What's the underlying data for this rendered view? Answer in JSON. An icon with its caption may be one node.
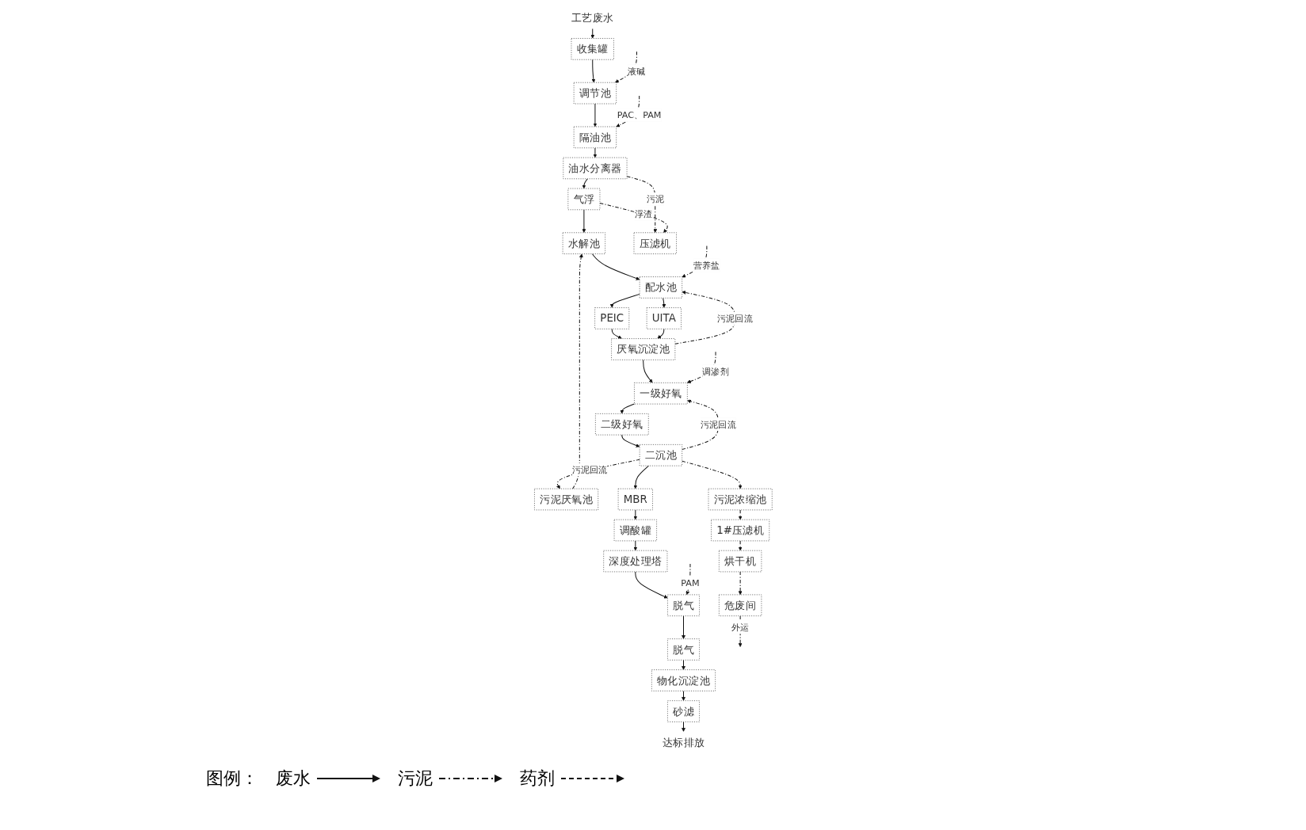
{
  "diagram": {
    "nodes": [
      {
        "text": [
          "工艺废水"
        ]
      },
      {
        "text": [
          "收集罐"
        ]
      },
      {
        "text": [
          "调节池"
        ]
      },
      {
        "text": [
          "隔油池"
        ]
      },
      {
        "text": [
          "油水分离器"
        ]
      },
      {
        "text": [
          "气浮"
        ]
      },
      {
        "text": [
          "水解池"
        ]
      },
      {
        "text": [
          "压滤机"
        ]
      },
      {
        "text": [
          "配水池"
        ]
      },
      {
        "text": [
          "PEIC"
        ]
      },
      {
        "text": [
          "UITA"
        ]
      },
      {
        "text": [
          "厌氧沉淀池"
        ]
      },
      {
        "text": [
          "一级好氧"
        ]
      },
      {
        "text": [
          "二级好氧"
        ]
      },
      {
        "text": [
          "污泥厌氧池"
        ]
      },
      {
        "text": [
          "污泥浓缩池"
        ]
      },
      {
        "text": [
          "1#压滤机"
        ]
      },
      {
        "text": [
          "烘干机"
        ]
      },
      {
        "text": [
          "危废间"
        ]
      },
      {
        "text": [
          "二沉池"
        ]
      },
      {
        "text": [
          "MBR"
        ]
      },
      {
        "text": [
          "调酸罐"
        ]
      },
      {
        "text": [
          "深度处理塔"
        ]
      },
      {
        "text": [
          "脱气"
        ]
      },
      {
        "text": [
          "脱气"
        ]
      },
      {
        "text": [
          "物化沉淀池"
        ]
      },
      {
        "text": [
          "砂滤"
        ]
      },
      {
        "text": [
          "达标排放"
        ]
      }
    ],
    "edges": [
      {
        "from": 0,
        "to": 1,
        "arrow": "to"
      },
      {
        "from": 1,
        "to": 2,
        "arrow": "to"
      },
      {
        "from": 2,
        "to": 3,
        "arrow": "to"
      },
      {
        "from": 3,
        "to": 4,
        "arrow": "to"
      },
      {
        "from": 4,
        "to": 5,
        "arrow": "to"
      },
      {
        "from": 5,
        "to": 6,
        "arrow": "to"
      },
      {
        "from": null,
        "to": 2,
        "arrow": "to",
        "label": "液碱",
        "style": "dashed"
      },
      {
        "from": null,
        "to": 3,
        "arrow": "to",
        "label": "PAC、PAM",
        "style": "dashed"
      },
      {
        "from": 4,
        "to": 7,
        "arrow": "to",
        "label": "污泥",
        "style": "dashed"
      },
      {
        "from": 5,
        "to": 7,
        "arrow": "to",
        "label": "浮渣",
        "style": "dashed"
      },
      {
        "from": 6,
        "to": 8,
        "arrow": "to"
      },
      {
        "from": 8,
        "to": 9,
        "arrow": "to"
      },
      {
        "from": 8,
        "to": 10,
        "arrow": "to"
      },
      {
        "from": 9,
        "to": 11,
        "arrow": "to"
      },
      {
        "from": 10,
        "to": 11,
        "arrow": "to"
      },
      {
        "from": null,
        "to": 8,
        "arrow": "to",
        "label": "营养盐",
        "style": "dashed"
      },
      {
        "from": 11,
        "to": 8,
        "arrow": "to",
        "label": "污泥回流",
        "style": "dashed"
      },
      {
        "from": 11,
        "to": 12,
        "arrow": "to"
      },
      {
        "from": 12,
        "to": 13,
        "arrow": "to"
      },
      {
        "from": null,
        "to": 12,
        "arrow": "to",
        "label": "调渗剂",
        "style": "dashed"
      },
      {
        "from": 13,
        "to": 19,
        "arrow": "to"
      },
      {
        "from": 19,
        "to": 12,
        "arrow": "to",
        "label": "污泥回流",
        "style": "dashed"
      },
      {
        "from": 19,
        "to": 14,
        "arrow": "to",
        "label": "污泥回流",
        "style": "dashed"
      },
      {
        "from": 14,
        "to": 6,
        "arrow": "to",
        "style": "dashed"
      },
      {
        "from": 19,
        "to": 15,
        "arrow": "to",
        "style": "dashed"
      },
      {
        "from": 15,
        "to": 16,
        "arrow": "to",
        "style": "dashed"
      },
      {
        "from": 16,
        "to": 17,
        "arrow": "to",
        "style": "dashed"
      },
      {
        "from": 17,
        "to": 18,
        "arrow": "to",
        "style": "dashed"
      },
      {
        "from": 18,
        "to": null,
        "arrow": "to",
        "label": "外运",
        "style": "dashed"
      },
      {
        "from": 19,
        "to": 20,
        "arrow": "to"
      },
      {
        "from": 20,
        "to": 21,
        "arrow": "to"
      },
      {
        "from": 21,
        "to": 22,
        "arrow": "to"
      },
      {
        "from": 22,
        "to": 23,
        "arrow": "to"
      },
      {
        "from": null,
        "to": 23,
        "arrow": "to",
        "label": "PAM",
        "style": "dashed"
      },
      {
        "from": 23,
        "to": 24,
        "arrow": "to"
      },
      {
        "from": 24,
        "to": 25,
        "arrow": "to"
      },
      {
        "from": 25,
        "to": 26,
        "arrow": "to"
      },
      {
        "from": 26,
        "to": 27,
        "arrow": "to"
      }
    ],
    "labels": [
      "图例："
    ],
    "legend": [
      {
        "text": "废水"
      },
      {
        "text": "污泥"
      },
      {
        "text": "药剂"
      }
    ]
  }
}
